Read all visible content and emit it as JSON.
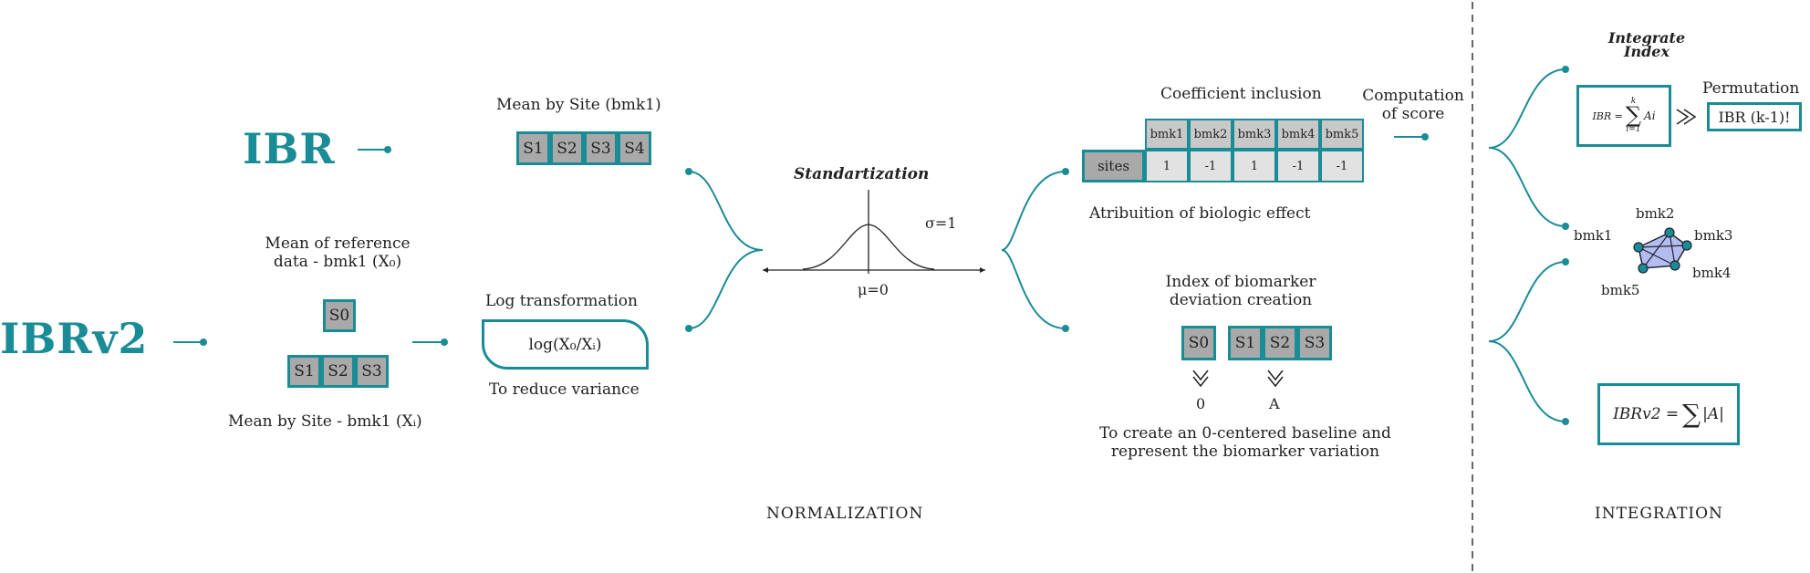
{
  "left": {
    "ibr": "IBR",
    "ibrv2": "IBRv2",
    "mean_ref": [
      "Mean of reference",
      "data - bmk1 (X₀)"
    ],
    "s0": "S0",
    "sites_xi": [
      "S1",
      "S2",
      "S3"
    ],
    "mean_by_site_xi": "Mean by Site - bmk1 (Xᵢ)"
  },
  "ibr_branch": {
    "title": "Mean by Site (bmk1)",
    "sites": [
      "S1",
      "S2",
      "S3",
      "S4"
    ]
  },
  "log_branch": {
    "title": "Log transformation",
    "formula": "log(X₀/Xᵢ)",
    "note": "To reduce variance"
  },
  "standard": {
    "title": "Standartization",
    "sigma": "σ=1",
    "mu": "μ=0"
  },
  "coef": {
    "title": "Coefficient inclusion",
    "headers": [
      "bmk1",
      "bmk2",
      "bmk3",
      "bmk4",
      "bmk5"
    ],
    "row_label": "sites",
    "values": [
      "1",
      "-1",
      "1",
      "-1",
      "-1"
    ],
    "note": "Atribuition of biologic effect"
  },
  "score": {
    "title": [
      "Computation",
      "of score"
    ]
  },
  "deviation": {
    "title": [
      "Index of biomarker",
      "deviation creation"
    ],
    "s0": "S0",
    "sites": [
      "S1",
      "S2",
      "S3"
    ],
    "zero": "0",
    "a": "A",
    "note": [
      "To create an 0-centered baseline and",
      "represent the biomarker variation"
    ]
  },
  "integration": {
    "title": [
      "Integrate",
      "Index"
    ],
    "formula_lhs": "IBR =",
    "sum_top": "k",
    "sum_bottom": "i=1",
    "sum_term": "Ai",
    "permutation_label": "Permutation",
    "permutation_formula": "IBR (k-1)!",
    "radar_labels": [
      "bmk1",
      "bmk2",
      "bmk3",
      "bmk4",
      "bmk5"
    ],
    "ibrv2_formula_lhs": "IBRv2 =",
    "ibrv2_formula_rhs": "|A|"
  },
  "sections": {
    "normalization": "NORMALIZATION",
    "integration": "INTEGRATION"
  },
  "colors": {
    "accent": "#1a8c96",
    "cell_fill": "#a9a9a9",
    "radar_fill": "#b4bdf0"
  }
}
